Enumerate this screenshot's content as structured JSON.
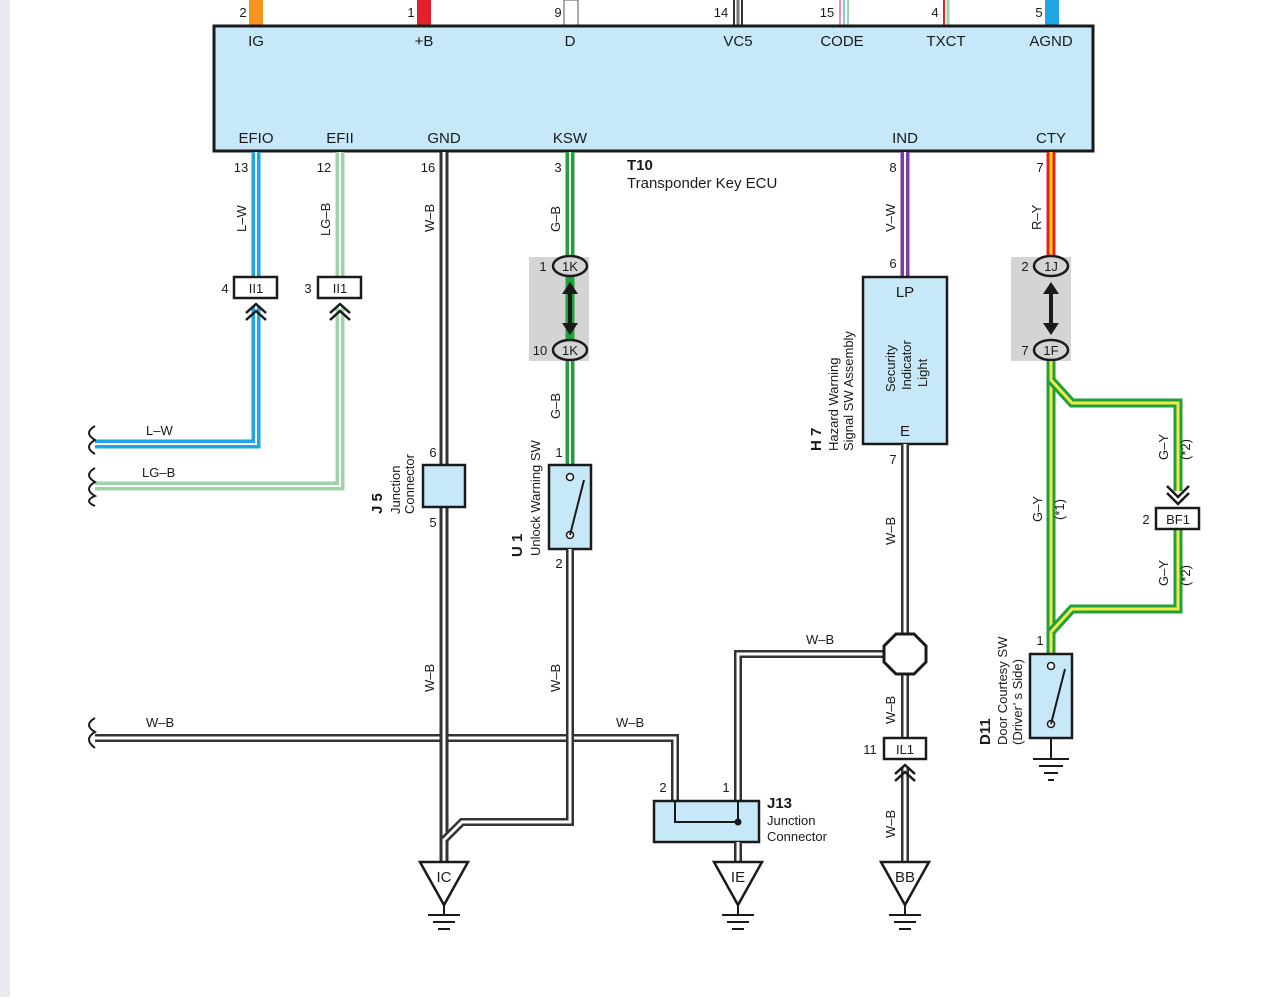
{
  "ecu": {
    "code": "T10",
    "name": "Transponder Key ECU",
    "top_terminals": [
      {
        "pin": "2",
        "label": "IG",
        "color": "#f7941d"
      },
      {
        "pin": "1",
        "label": "+B",
        "color": "#e5202e"
      },
      {
        "pin": "9",
        "label": "D",
        "color": "#cccccc"
      },
      {
        "pin": "14",
        "label": "VC5",
        "color": "#555555"
      },
      {
        "pin": "15",
        "label": "CODE",
        "color": "#f08ab8"
      },
      {
        "pin": "4",
        "label": "TXCT",
        "color": "#e5202e"
      },
      {
        "pin": "5",
        "label": "AGND",
        "color": "#1ea6e6"
      }
    ],
    "bottom_terminals": [
      {
        "pin": "13",
        "label": "EFIO"
      },
      {
        "pin": "12",
        "label": "EFII"
      },
      {
        "pin": "16",
        "label": "GND"
      },
      {
        "pin": "3",
        "label": "KSW"
      },
      {
        "pin": "8",
        "label": "IND"
      },
      {
        "pin": "7",
        "label": "CTY"
      }
    ]
  },
  "wire_colors": {
    "L-W": "#1ea6e6",
    "LG-B": "#9fd3a8",
    "W-B": "#333333",
    "G-B": "#1fa23c",
    "V-W": "#7a3fa0",
    "R-Y": "#e5202e",
    "G-Y": "#1fa23c",
    "R-Y-tracer": "#f5d000",
    "G-Y-tracer": "#f5e84a"
  },
  "wires": {
    "lw": "L–W",
    "lgb": "LG–B",
    "wb": "W–B",
    "gb": "G–B",
    "vw": "V–W",
    "ry": "R–Y",
    "gy": "G–Y"
  },
  "connectors": {
    "ii1_a": {
      "label": "II1",
      "pin": "4"
    },
    "ii1_b": {
      "label": "II1",
      "pin": "3"
    },
    "k1_top": {
      "label": "1K",
      "pin": "1"
    },
    "k1_bot": {
      "label": "1K",
      "pin": "10"
    },
    "j1": {
      "label": "1J",
      "pin": "2"
    },
    "f1": {
      "label": "1F",
      "pin": "7"
    },
    "bf1": {
      "label": "BF1",
      "pin": "2"
    },
    "il1": {
      "label": "IL1",
      "pin": "11"
    }
  },
  "components": {
    "j5": {
      "code": "J 5",
      "line1": "Junction",
      "line2": "Connector",
      "pin_top": "6",
      "pin_bot": "5"
    },
    "u1": {
      "code": "U 1",
      "name": "Unlock Warning SW",
      "pin_top": "1",
      "pin_bot": "2"
    },
    "h7": {
      "code": "H 7",
      "line1": "Hazard Warning",
      "line2": "Signal SW Assembly",
      "lp": "LP",
      "e": "E",
      "inner1": "Security",
      "inner2": "Indicator",
      "inner3": "Light",
      "pin_top": "6",
      "pin_bot": "7"
    },
    "d11": {
      "code": "D11",
      "line1": "Door Courtesy SW",
      "line2": "(Driver’ s Side)",
      "pin_top": "1"
    },
    "j13": {
      "code": "J13",
      "line1": "Junction",
      "line2": "Connector",
      "pin_left": "2",
      "pin_right": "1"
    }
  },
  "grounds": {
    "ic": "IC",
    "ie": "IE",
    "bb": "BB"
  },
  "notes": {
    "n1": "(*1)",
    "n2": "(*2)"
  }
}
